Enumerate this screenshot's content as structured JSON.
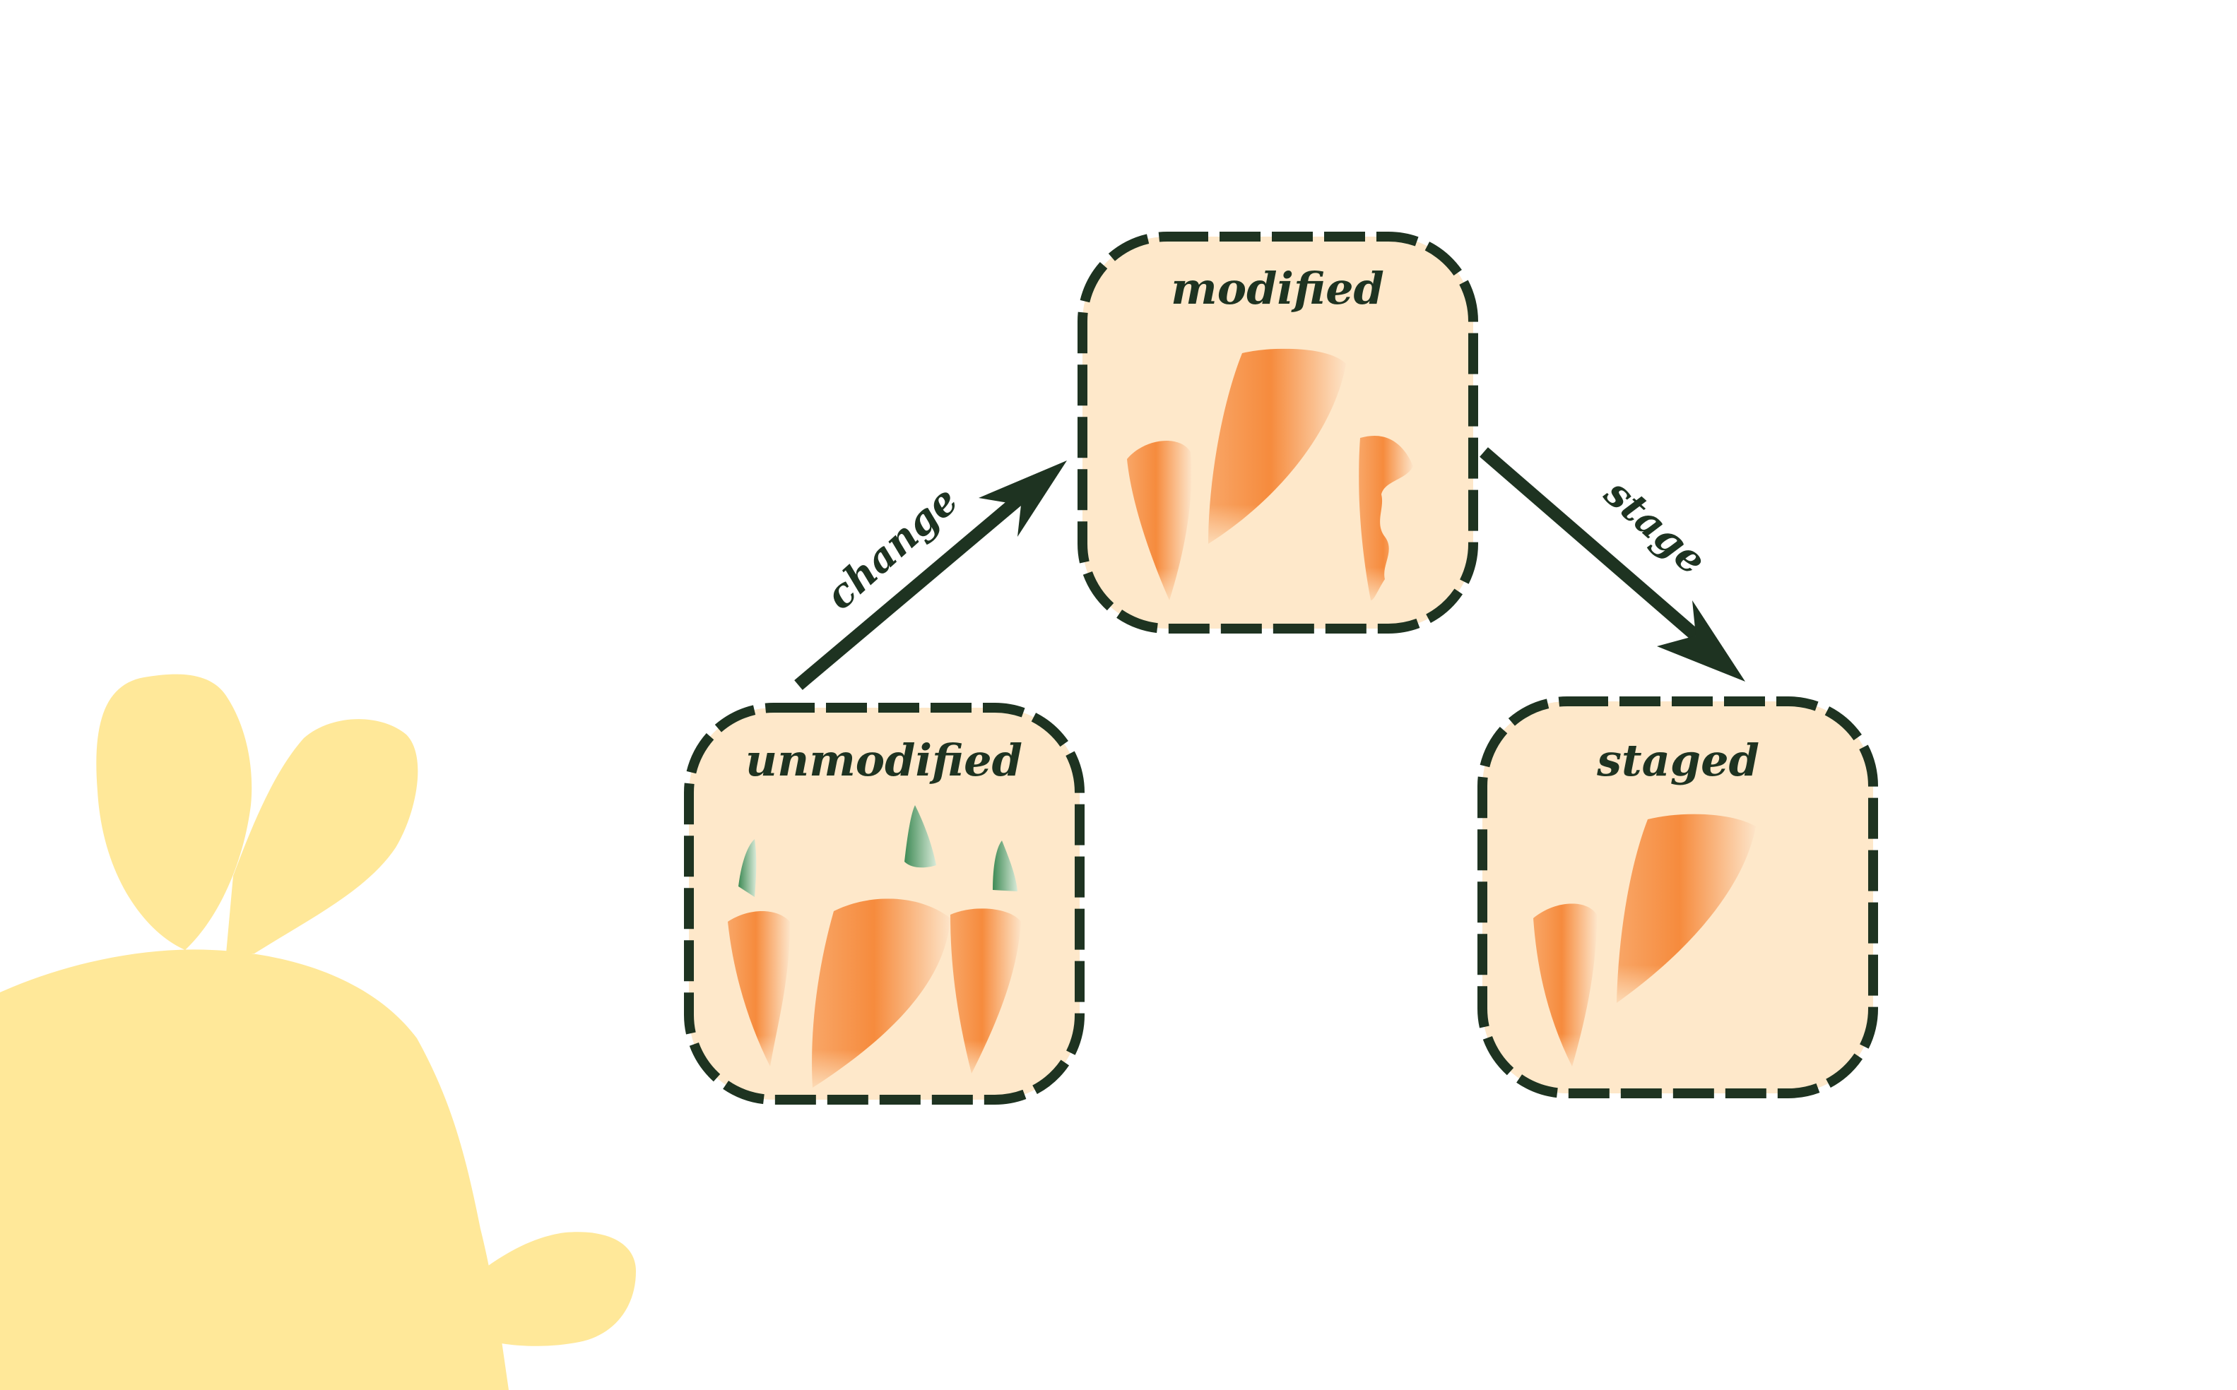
{
  "states": {
    "modified": {
      "label": "modified"
    },
    "unmodified": {
      "label": "unmodified"
    },
    "staged": {
      "label": "staged"
    }
  },
  "transitions": {
    "change": {
      "label": "change"
    },
    "stage": {
      "label": "stage"
    }
  },
  "colors": {
    "box_fill": "#FEE8CA",
    "box_border": "#1E3321",
    "arrow": "#1E3321",
    "carrot": "#F68B3D",
    "carrot_light": "#FBD6B0",
    "carrot_leaf": "#3E8A55",
    "mascot": "#FFE899",
    "background": "#FFFFFF",
    "text": "#1E3321"
  },
  "icons": {
    "mascot": "bunny-silhouette-icon",
    "carrot": "carrot-icon"
  }
}
